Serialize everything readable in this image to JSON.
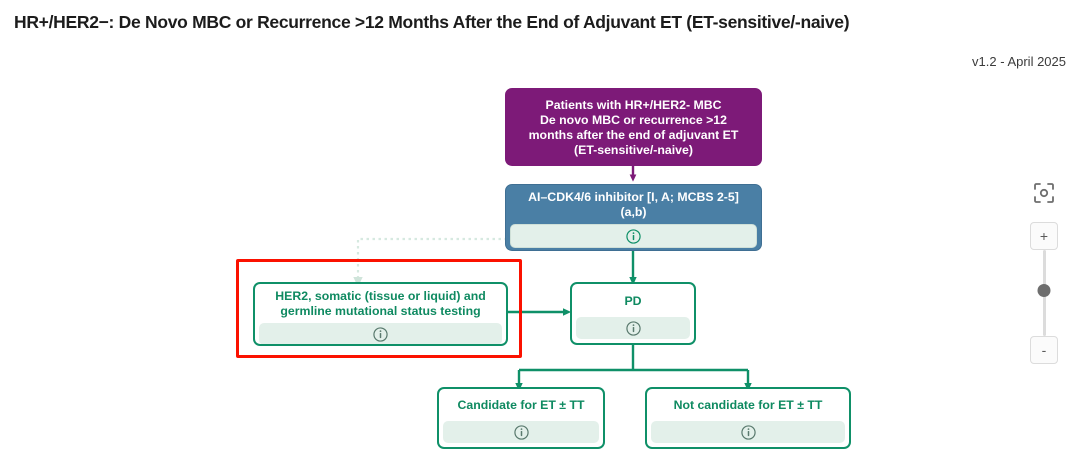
{
  "header": {
    "title": "HR+/HER2−: De Novo MBC or Recurrence >12 Months After the End of Adjuvant ET (ET-sensitive/-naive)",
    "version": "v1.2 - April 2025"
  },
  "colors": {
    "purple": "#7D1A78",
    "blue": "#4A7FA5",
    "green": "#0F9068",
    "green_text": "#0F8A61",
    "info_strip": "#E3F0EA",
    "highlight_red": "#FB1100"
  },
  "nodes": {
    "root": {
      "label": "Patients with HR+/HER2- MBC\nDe novo MBC or recurrence >12\nmonths after the end of adjuvant ET\n(ET-sensitive/-naive)",
      "line1": "Patients with HR+/HER2- MBC",
      "line2": "De novo MBC or recurrence >12",
      "line3": "months after the end of adjuvant ET",
      "line4": "(ET-sensitive/-naive)"
    },
    "treatment": {
      "line1": "AI–CDK4/6 inhibitor [I, A; MCBS 2-5]",
      "line2": "(a,b)",
      "info": "info-icon"
    },
    "testing": {
      "line1": "HER2, somatic (tissue or liquid) and",
      "line2": "germline mutational status testing",
      "info": "info-icon"
    },
    "progression": {
      "line1": "PD",
      "info": "info-icon"
    },
    "candidate": {
      "line1": "Candidate for ET ± TT",
      "info": "info-icon"
    },
    "not_candidate": {
      "line1": "Not candidate for ET ± TT",
      "info": "info-icon"
    }
  },
  "controls": {
    "fit_view": "fit-view-icon",
    "zoom_in": "+",
    "zoom_out": "-"
  }
}
